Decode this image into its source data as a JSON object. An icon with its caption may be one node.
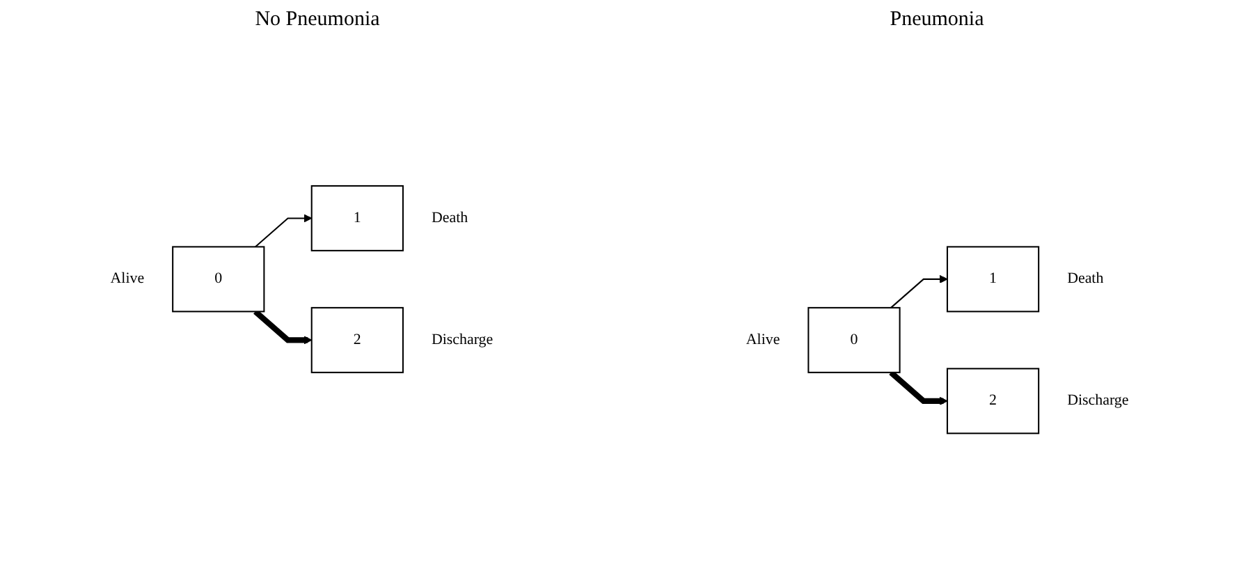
{
  "diagram": {
    "nodes": [
      {
        "text": [
          "0"
        ],
        "beside": [
          "Alive"
        ]
      },
      {
        "text": [
          "1"
        ],
        "beside": [
          "Death"
        ]
      },
      {
        "text": [
          "2"
        ],
        "beside": [
          "Discharge"
        ]
      },
      {
        "text": [
          "0"
        ],
        "beside": [
          "Alive"
        ]
      },
      {
        "text": [
          "1"
        ],
        "beside": [
          "Death"
        ]
      },
      {
        "text": [
          "2"
        ],
        "beside": [
          "Discharge"
        ]
      }
    ],
    "edges": [
      {
        "from": 0,
        "to": 1,
        "arrow": "to"
      },
      {
        "from": 0,
        "to": 2,
        "arrow": "to",
        "style": "thick"
      },
      {
        "from": 3,
        "to": 4,
        "arrow": "to"
      },
      {
        "from": 3,
        "to": 5,
        "arrow": "to",
        "style": "thick"
      }
    ],
    "labels": [
      "No Pneumonia",
      "Pneumonia"
    ]
  }
}
